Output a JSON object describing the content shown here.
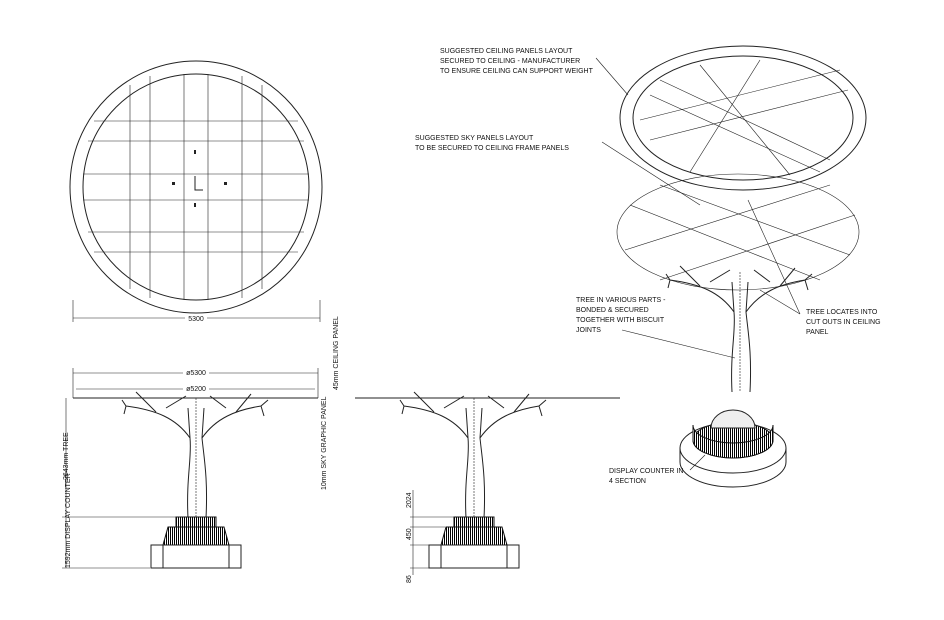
{
  "plan_view": {
    "width_dim": "5300"
  },
  "elevation_1": {
    "outer_dia": "ø5300",
    "inner_dia": "ø5200",
    "ceiling_panel": "45mm CEILING PANEL",
    "sky_panel": "10mm SKY GRAPHIC PANEL",
    "tree_height": "2643mm TREE",
    "counter_height": "1592mm DISPLAY COUNTER"
  },
  "elevation_2": {
    "dim_top": "2024",
    "dim_mid": "450",
    "dim_bottom": "86"
  },
  "isometric": {
    "ceiling_note": [
      "SUGGESTED CEILING PANELS LAYOUT",
      "SECURED TO CEILING - MANUFACTURER",
      "TO ENSURE CEILING CAN SUPPORT WEIGHT"
    ],
    "sky_note": [
      "SUGGESTED SKY PANELS LAYOUT",
      "TO BE SECURED TO CEILING FRAME PANELS"
    ],
    "tree_note": [
      "TREE IN VARIOUS PARTS -",
      "BONDED & SECURED",
      "TOGETHER WITH BISCUIT",
      "JOINTS"
    ],
    "locate_note": [
      "TREE LOCATES INTO",
      "CUT OUTS IN CEILING",
      "PANEL"
    ],
    "counter_note": [
      "DISPLAY COUNTER IN",
      "4 SECTION"
    ]
  }
}
